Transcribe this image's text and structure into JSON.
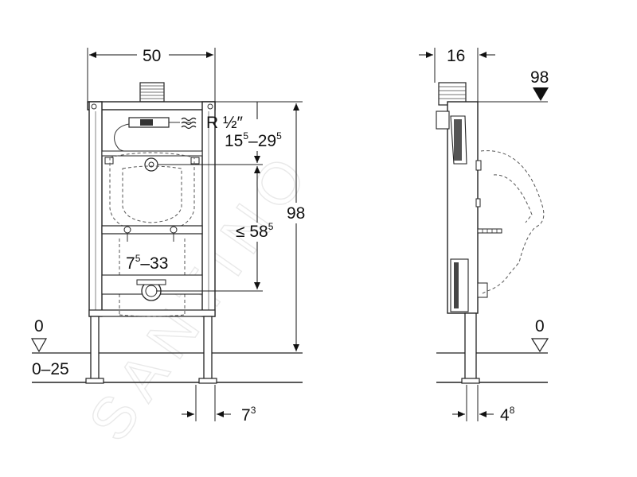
{
  "watermark": {
    "text": "SANTINO",
    "color": "#e6e6e6"
  },
  "front_view": {
    "width": "50",
    "height": "98",
    "pipe_thread": "R ½″",
    "pipe_height": {
      "base": "15",
      "sup1": "5",
      "dash": "–29",
      "sup2": "5"
    },
    "outlet_height": {
      "prefix": "≤ 58",
      "sup": "5"
    },
    "fixing_range": {
      "base": "7",
      "sup": "5",
      "rest": "–33"
    },
    "floor_level": "0",
    "floor_range": "0–25",
    "leg_offset": {
      "base": "7",
      "sup": "3"
    }
  },
  "side_view": {
    "depth": "16",
    "height": "98",
    "floor_level": "0",
    "leg_offset": {
      "base": "4",
      "sup": "8"
    }
  },
  "colors": {
    "line": "#222222",
    "background": "#ffffff"
  }
}
